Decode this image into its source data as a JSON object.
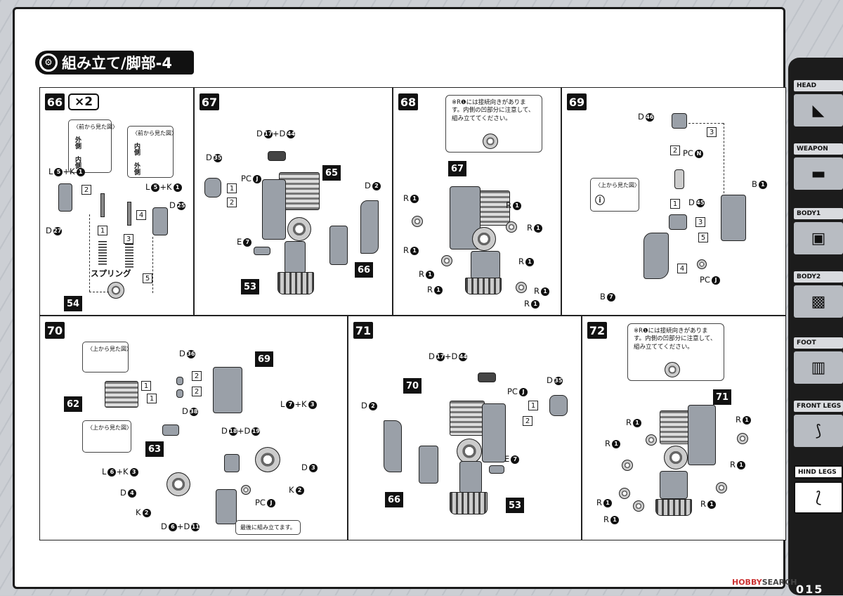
{
  "title": "組み立て/脚部-4",
  "sidebar": [
    {
      "label": "HEAD",
      "icon": "head-icon"
    },
    {
      "label": "WEAPON",
      "icon": "weapon-icon"
    },
    {
      "label": "BODY1",
      "icon": "body1-icon"
    },
    {
      "label": "BODY2",
      "icon": "body2-icon"
    },
    {
      "label": "FOOT",
      "icon": "foot-icon"
    },
    {
      "label": "FRONT LEGS",
      "icon": "front-legs-icon"
    },
    {
      "label": "HIND LEGS",
      "icon": "hind-legs-icon",
      "active": true
    }
  ],
  "page_number": "015",
  "watermark": {
    "brand": "HOBBY",
    "rest": "SEARCH"
  },
  "steps": {
    "s66": {
      "no": "66",
      "mult": "×2",
      "view1": "〈前から見た図〉",
      "outer": "外側",
      "inner": "内側",
      "view2": "〈前から見た図〉",
      "l1": "L",
      "l1n": "5",
      "l1k": "+K",
      "l1kn": "1",
      "l2": "L",
      "l2n": "5",
      "l2k": "+K",
      "l2kn": "1",
      "d27": "D",
      "d27n": "27",
      "d25": "D",
      "d25n": "25",
      "spring": "スプリング",
      "tag54": "54"
    },
    "s67": {
      "no": "67",
      "d17": "D",
      "d17n": "17",
      "plusd": "+D",
      "d44n": "44",
      "d35": "D",
      "d35n": "35",
      "pc": "PC",
      "pcn": "J",
      "tag65": "65",
      "d2": "D",
      "d2n": "2",
      "e7": "E",
      "e7n": "7",
      "tag53": "53",
      "tag66": "66"
    },
    "s68": {
      "no": "68",
      "note": "※R❶には接続向きがあります。内側の凹部分に注意して、組み立ててください。",
      "tag67": "67",
      "r": "R",
      "rn": "1"
    },
    "s69": {
      "no": "69",
      "d46": "D",
      "d46n": "46",
      "pcn": "PC",
      "pcnn": "N",
      "view": "〈上から見た図〉",
      "b1": "B",
      "b1n": "1",
      "d45": "D",
      "d45n": "45",
      "pcj": "PC",
      "pcjn": "J",
      "b7": "B",
      "b7n": "7"
    },
    "s70": {
      "no": "70",
      "view1": "〈上から見た図〉",
      "d36": "D",
      "d36n": "36",
      "tag69": "69",
      "tag62": "62",
      "d38": "D",
      "d38n": "38",
      "view2": "〈上から見た図〉",
      "tag63": "63",
      "l7": "L",
      "l7n": "7",
      "l7k": "+K",
      "l7kn": "3",
      "d18": "D",
      "d18n": "18",
      "plusd": "+D",
      "d19n": "19",
      "l6": "L",
      "l6n": "6",
      "l6k": "+K",
      "l6kn": "3",
      "d3": "D",
      "d3n": "3",
      "d4": "D",
      "d4n": "4",
      "k2": "K",
      "k2n": "2",
      "k2b": "K",
      "k2bn": "2",
      "pcj": "PC",
      "pcjn": "J",
      "d6": "D",
      "d6n": "6",
      "plusd2": "+D",
      "d11n": "11",
      "last": "最後に組み立てます。"
    },
    "s71": {
      "no": "71",
      "d17": "D",
      "d17n": "17",
      "plusd": "+D",
      "d44n": "44",
      "tag70": "70",
      "pc": "PC",
      "pcn": "J",
      "d35": "D",
      "d35n": "35",
      "d2": "D",
      "d2n": "2",
      "e7": "E",
      "e7n": "7",
      "tag66": "66",
      "tag53": "53"
    },
    "s72": {
      "no": "72",
      "note": "※R❶には接続向きがあります。内側の凹部分に注意して、組み立ててください。",
      "tag71": "71",
      "r": "R",
      "rn": "1"
    }
  }
}
